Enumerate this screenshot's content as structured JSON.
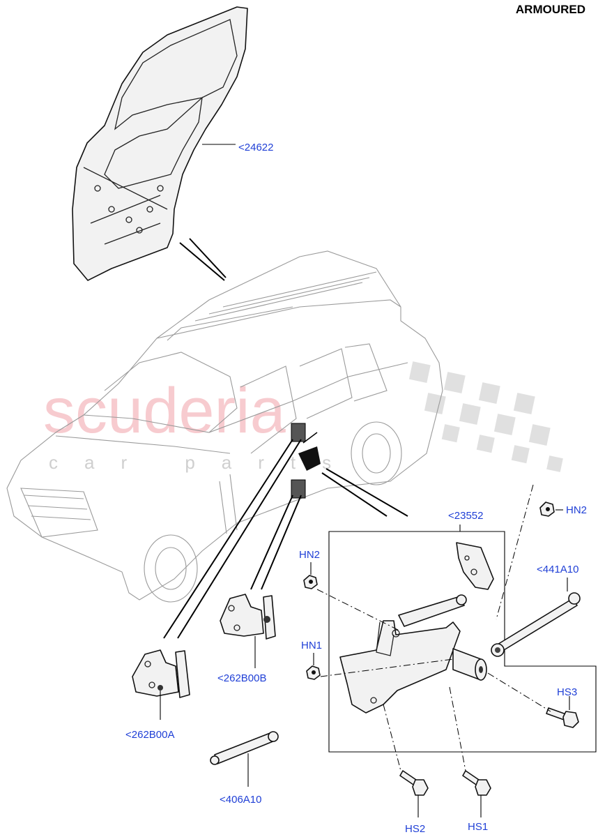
{
  "header": {
    "variant_label": "ARMOURED"
  },
  "watermark": {
    "brand": "scuderia",
    "tagline": "car parts"
  },
  "callouts": {
    "door": "<24622",
    "bracket_assembly": "<23552",
    "nut_upper": "HN2",
    "nut_left_upper": "HN2",
    "nut_left_lower": "HN1",
    "check_rod": "<441A10",
    "upper_hinge": "<262B00B",
    "lower_hinge": "<262B00A",
    "link_rod": "<406A10",
    "bolt_side": "HS3",
    "bolt_bottom_left": "HS2",
    "bolt_bottom_right": "HS1"
  }
}
